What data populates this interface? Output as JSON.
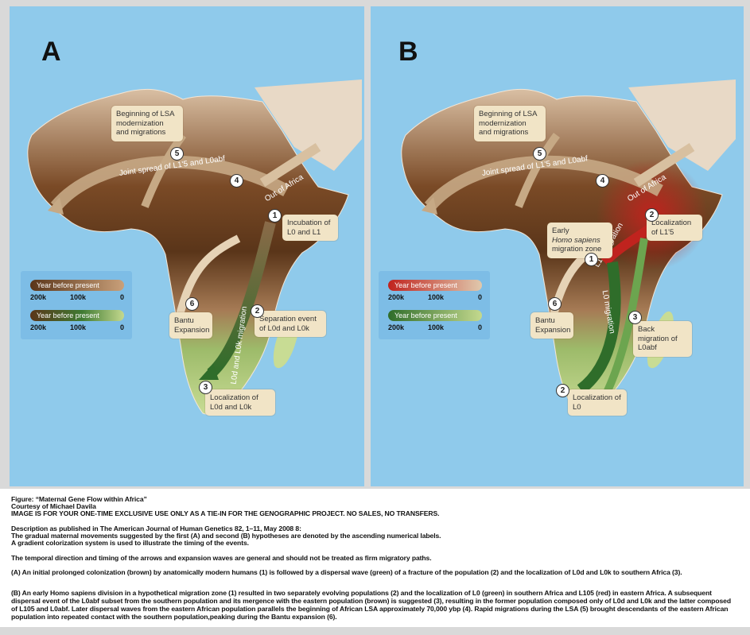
{
  "panel_a": {
    "label": "A",
    "boxes": {
      "lsa": "Beginning of LSA modernization and migrations",
      "incubation": "Incubation of L0 and L1",
      "separation": "Separation event of L0d and L0k",
      "bantu": "Bantu Expansion",
      "localization": "Localization of L0d and L0k"
    },
    "arrows": {
      "joint": "Joint spread of L1'5 and L0abf",
      "out": "Out of Africa",
      "l0dk": "L0d and L0k migration"
    },
    "numbers": [
      "1",
      "2",
      "3",
      "4",
      "5",
      "6"
    ],
    "legend": {
      "bar1": "Year before present",
      "bar2": "Year before present",
      "ticks": [
        "200k",
        "100k",
        "0"
      ]
    }
  },
  "panel_b": {
    "label": "B",
    "boxes": {
      "lsa": "Beginning of LSA modernization and migrations",
      "localization_l15": "Localization of L1'5",
      "early_pre": "Early",
      "early_em": "Homo sapiens",
      "early_post": "migration zone",
      "back": "Back migration of L0abf",
      "bantu": "Bantu Expansion",
      "localization_l0": "Localization of L0"
    },
    "arrows": {
      "joint": "Joint spread of L1'5 and L0abf",
      "out": "Out of Africa",
      "l15": "L1'5 migration",
      "l0": "L0 migration"
    },
    "numbers": [
      "1",
      "2",
      "2",
      "3",
      "4",
      "5",
      "6"
    ],
    "legend": {
      "bar1": "Year before present",
      "bar2": "Year before present",
      "ticks": [
        "200k",
        "100k",
        "0"
      ]
    }
  },
  "colors": {
    "ocean": "#8fcaeb",
    "brown": "#5a3519",
    "tan": "#c9a07a",
    "green": "#3f7a32",
    "lightgreen": "#c4d98e",
    "red": "#c0231e",
    "box": "#f1e4c6"
  },
  "caption": {
    "title": "Figure: “Maternal Gene Flow within Africa”",
    "courtesy": "Courtesy of Michael Davila",
    "notice": "IMAGE IS FOR YOUR ONE-TIME EXCLUSIVE USE ONLY AS A TIE-IN FOR THE GENOGRAPHIC PROJECT. NO SALES, NO TRANSFERS.",
    "source": "Description as published in The American Journal of Human Genetics 82, 1–11, May 2008 8:",
    "desc1": "The gradual maternal movements suggested by the first (A) and second (B) hypotheses are denoted by the ascending numerical labels.",
    "desc2": "A gradient colorization system is used to illustrate the timing of the events.",
    "note": "The temporal direction and timing of the arrows and expansion waves are general and should not be treated as firm migratory paths.",
    "a_text": "(A) An initial prolonged colonization (brown) by anatomically modern humans (1) is followed by a dispersal wave (green) of a fracture of the population (2) and the localization of L0d and L0k to southern Africa (3).",
    "b_text": "(B) An early Homo sapiens division in a hypothetical migration zone (1) resulted in two separately evolving populations (2) and the localization of  L0 (green) in southern Africa and L105 (red) in eastern Africa.  A subsequent dispersal event of the L0abf subset from the southern population and its mergence with the eastern population (brown) is suggested (3), resulting in the former population composed only of L0d and L0k and the latter composed of L105 and L0abf. Later dispersal waves from the eastern African population parallels the beginning of African LSA approximately 70,000 ybp (4). Rapid migrations during the LSA (5) brought descendants of the eastern African population into repeated contact with the southern population,peaking during the Bantu expansion (6)."
  }
}
